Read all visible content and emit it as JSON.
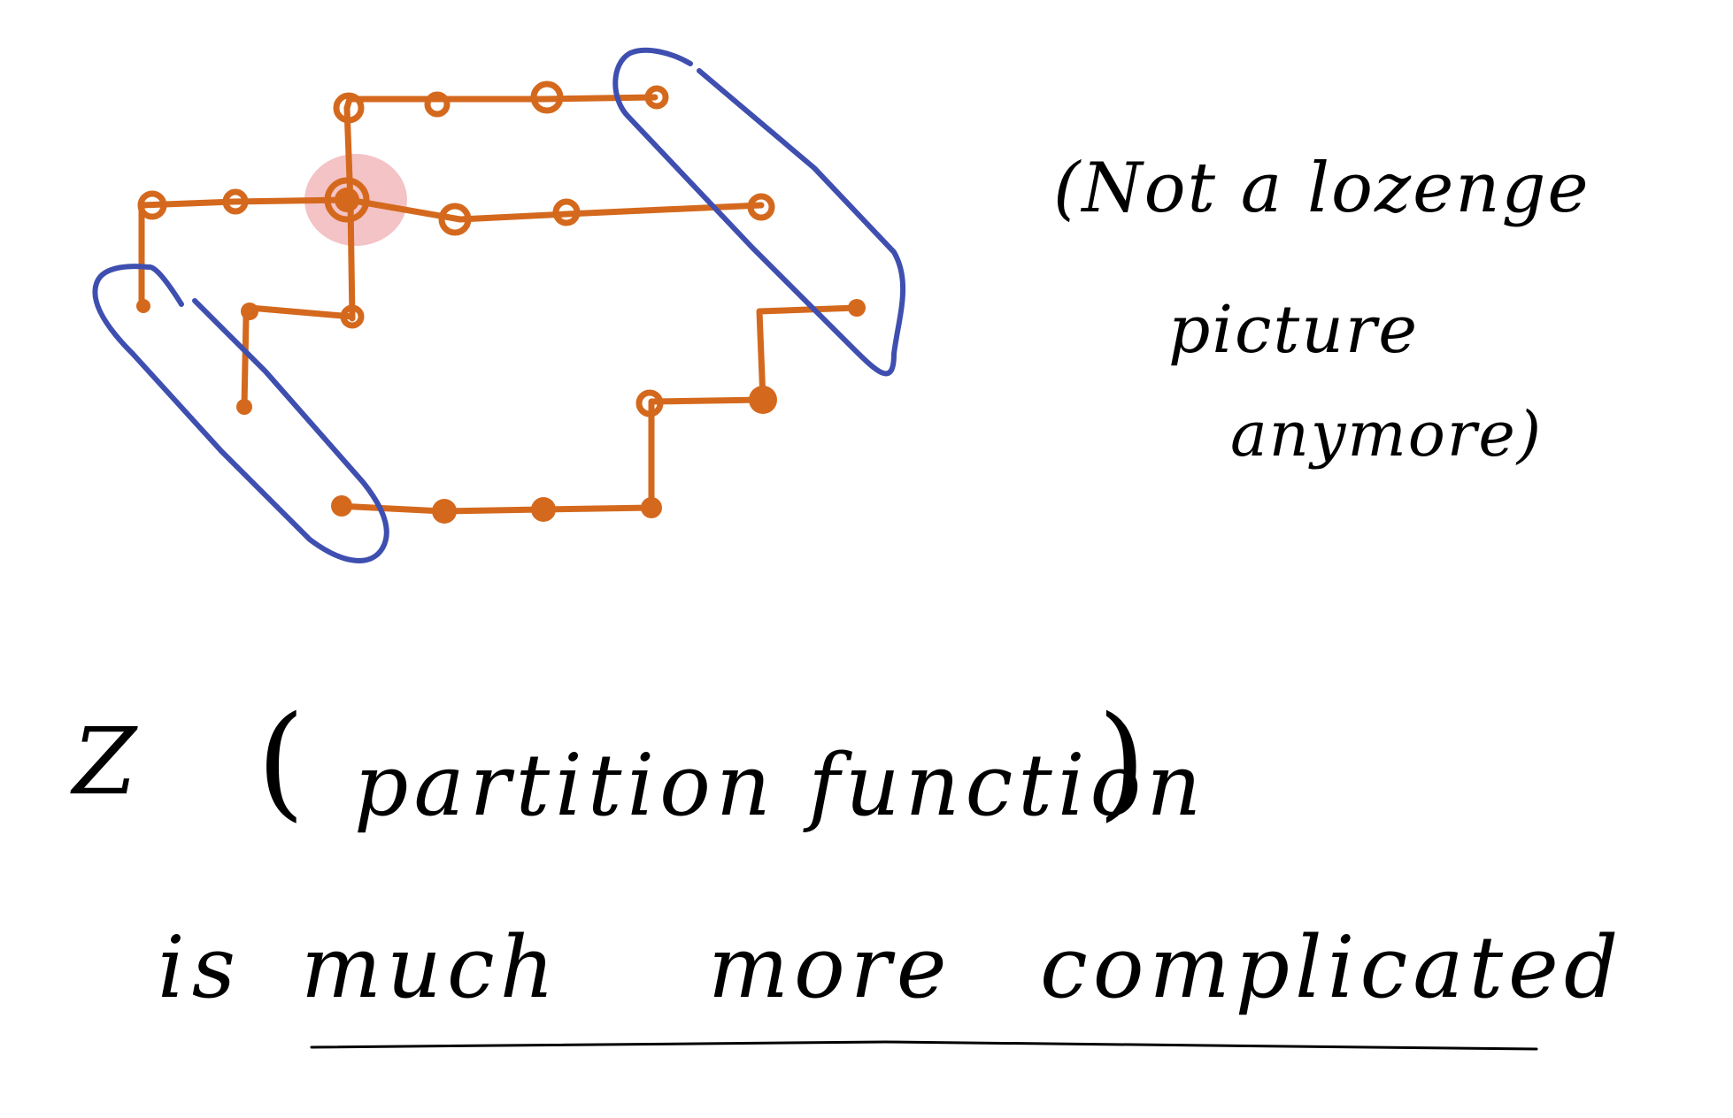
{
  "colors": {
    "lattice_path": "#d4691e",
    "enclosure": "#3f4fb0",
    "highlight": "#f2b8bb",
    "ink": "#000000",
    "background": "#ffffff"
  },
  "note": {
    "line1": "(Not a lozenge",
    "line2": "picture",
    "line3": "anymore)"
  },
  "statement": {
    "z_symbol": "Z",
    "open_paren": "(",
    "partition_function": "partition function",
    "close_paren": ")",
    "is_word": "is",
    "much_word": "much",
    "more_word": "more",
    "complicated_word": "complicated"
  }
}
